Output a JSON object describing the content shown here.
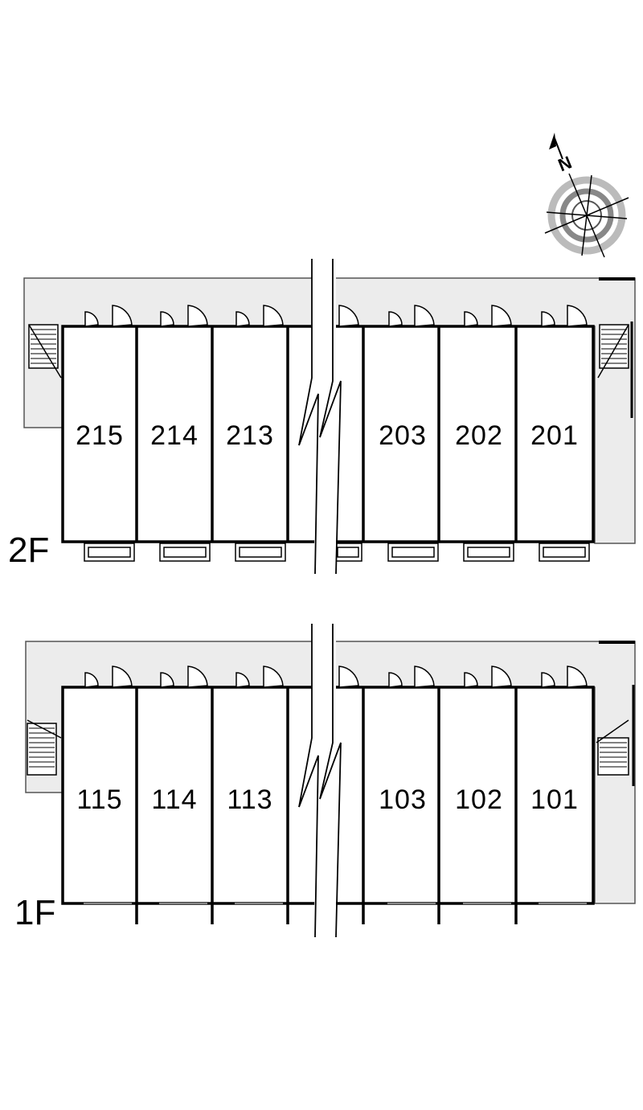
{
  "compass": {
    "label": "N",
    "icon": "compass-rose-icon"
  },
  "colors": {
    "corridor": "#ececec",
    "wall": "#000000",
    "line": "#333333"
  },
  "floors": [
    {
      "label": "2F",
      "units_left": [
        "215",
        "214",
        "213"
      ],
      "units_right": [
        "203",
        "202",
        "201"
      ]
    },
    {
      "label": "1F",
      "units_left": [
        "115",
        "114",
        "113"
      ],
      "units_right": [
        "103",
        "102",
        "101"
      ]
    }
  ]
}
